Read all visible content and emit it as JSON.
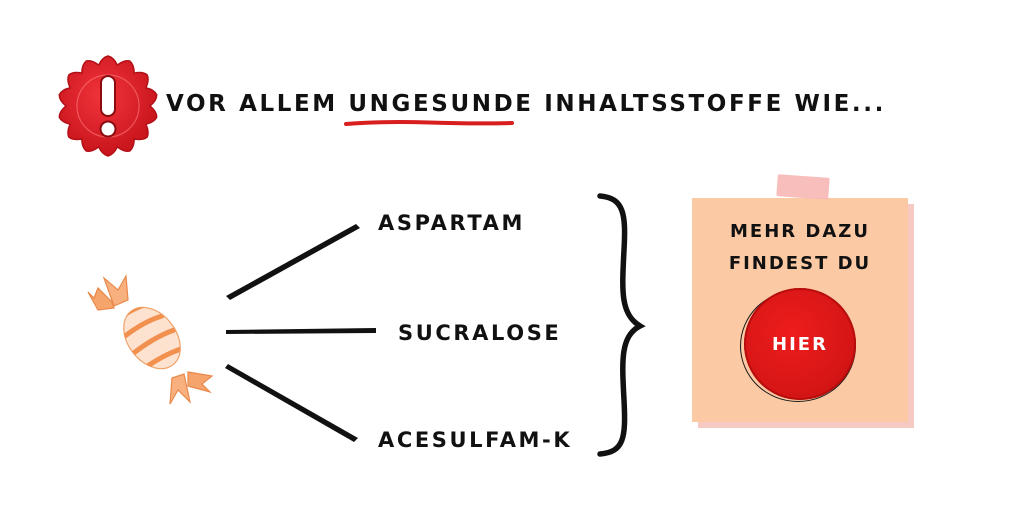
{
  "header": {
    "text_before": "VOR ALLEM ",
    "text_emphasis": "UNGESUNDE",
    "text_after": " INHALTSSTOFFE WIE..."
  },
  "ingredients": [
    "ASPARTAM",
    "SUCRALOSE",
    "ACESULFAM-K"
  ],
  "note": {
    "line1": "MEHR DAZU",
    "line2": "FINDEST DU",
    "button_label": "HIER"
  },
  "colors": {
    "badge_red": "#e0202a",
    "underline_red": "#d81e1e",
    "note_peach": "#fbc9a4",
    "tape_pink": "#f7b7b4",
    "button_red": "#d71616",
    "candy_orange": "#f5a46b"
  },
  "icons": {
    "warning": "exclamation-badge-icon",
    "candy": "candy-icon"
  }
}
